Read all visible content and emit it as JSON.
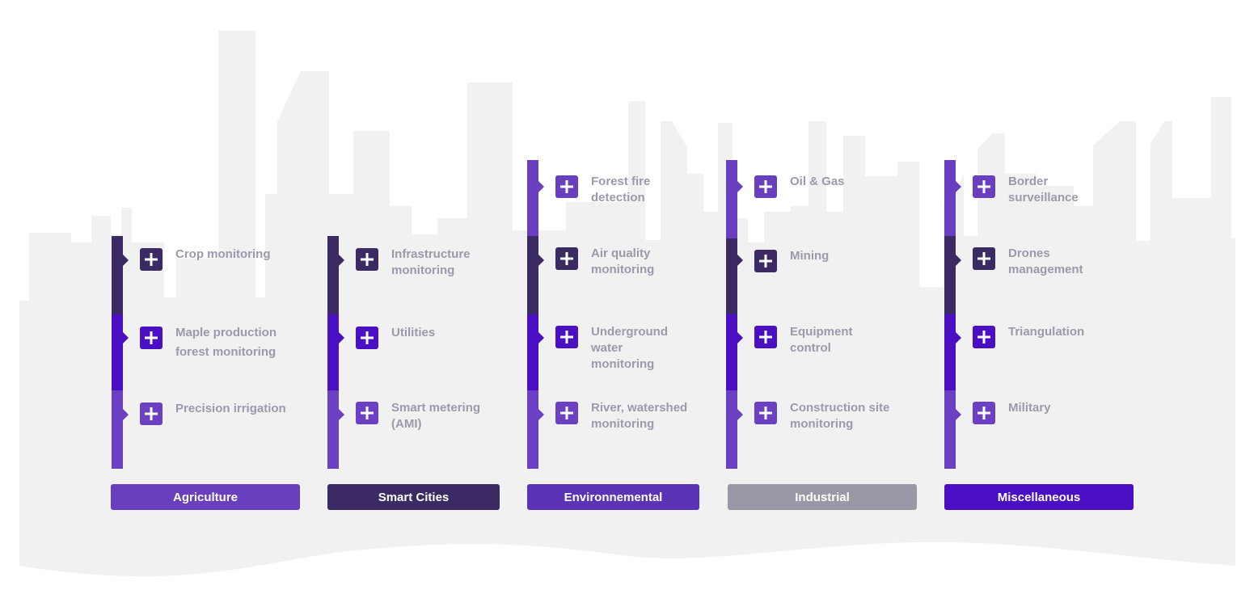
{
  "colors": {
    "skyline": "#f1f1f2",
    "light_purple": "#6a3fbf",
    "dark_purple": "#3b2a63",
    "vivid_purple": "#4a0fc2",
    "medium_purple": "#6b40c2",
    "grey": "#9b97a7",
    "label_text": "#9d98aa"
  },
  "categories": [
    {
      "name": "Agriculture",
      "items": [
        {
          "label": "Crop monitoring",
          "icon": "plus-icon"
        },
        {
          "label": "Maple production forest monitoring",
          "icon": "plus-icon"
        },
        {
          "label": "Precision irrigation",
          "icon": "plus-icon"
        }
      ]
    },
    {
      "name": "Smart Cities",
      "items": [
        {
          "label": "Infrastructure monitoring",
          "icon": "plus-icon"
        },
        {
          "label": "Utilities",
          "icon": "plus-icon"
        },
        {
          "label": "Smart metering (AMI)",
          "icon": "plus-icon"
        }
      ]
    },
    {
      "name": "Environnemental",
      "items": [
        {
          "label": "Forest fire detection",
          "icon": "plus-icon"
        },
        {
          "label": "Air quality monitoring",
          "icon": "plus-icon"
        },
        {
          "label": "Underground water monitoring",
          "icon": "plus-icon"
        },
        {
          "label": "River, watershed monitoring",
          "icon": "plus-icon"
        }
      ]
    },
    {
      "name": "Industrial",
      "items": [
        {
          "label": "Oil & Gas",
          "icon": "plus-icon"
        },
        {
          "label": "Mining",
          "icon": "plus-icon"
        },
        {
          "label": "Equipment control",
          "icon": "plus-icon"
        },
        {
          "label": "Construction site monitoring",
          "icon": "plus-icon"
        }
      ]
    },
    {
      "name": "Miscellaneous",
      "items": [
        {
          "label": "Border surveillance",
          "icon": "plus-icon"
        },
        {
          "label": "Drones management",
          "icon": "plus-icon"
        },
        {
          "label": "Triangulation",
          "icon": "plus-icon"
        },
        {
          "label": "Military",
          "icon": "plus-icon"
        }
      ]
    }
  ]
}
